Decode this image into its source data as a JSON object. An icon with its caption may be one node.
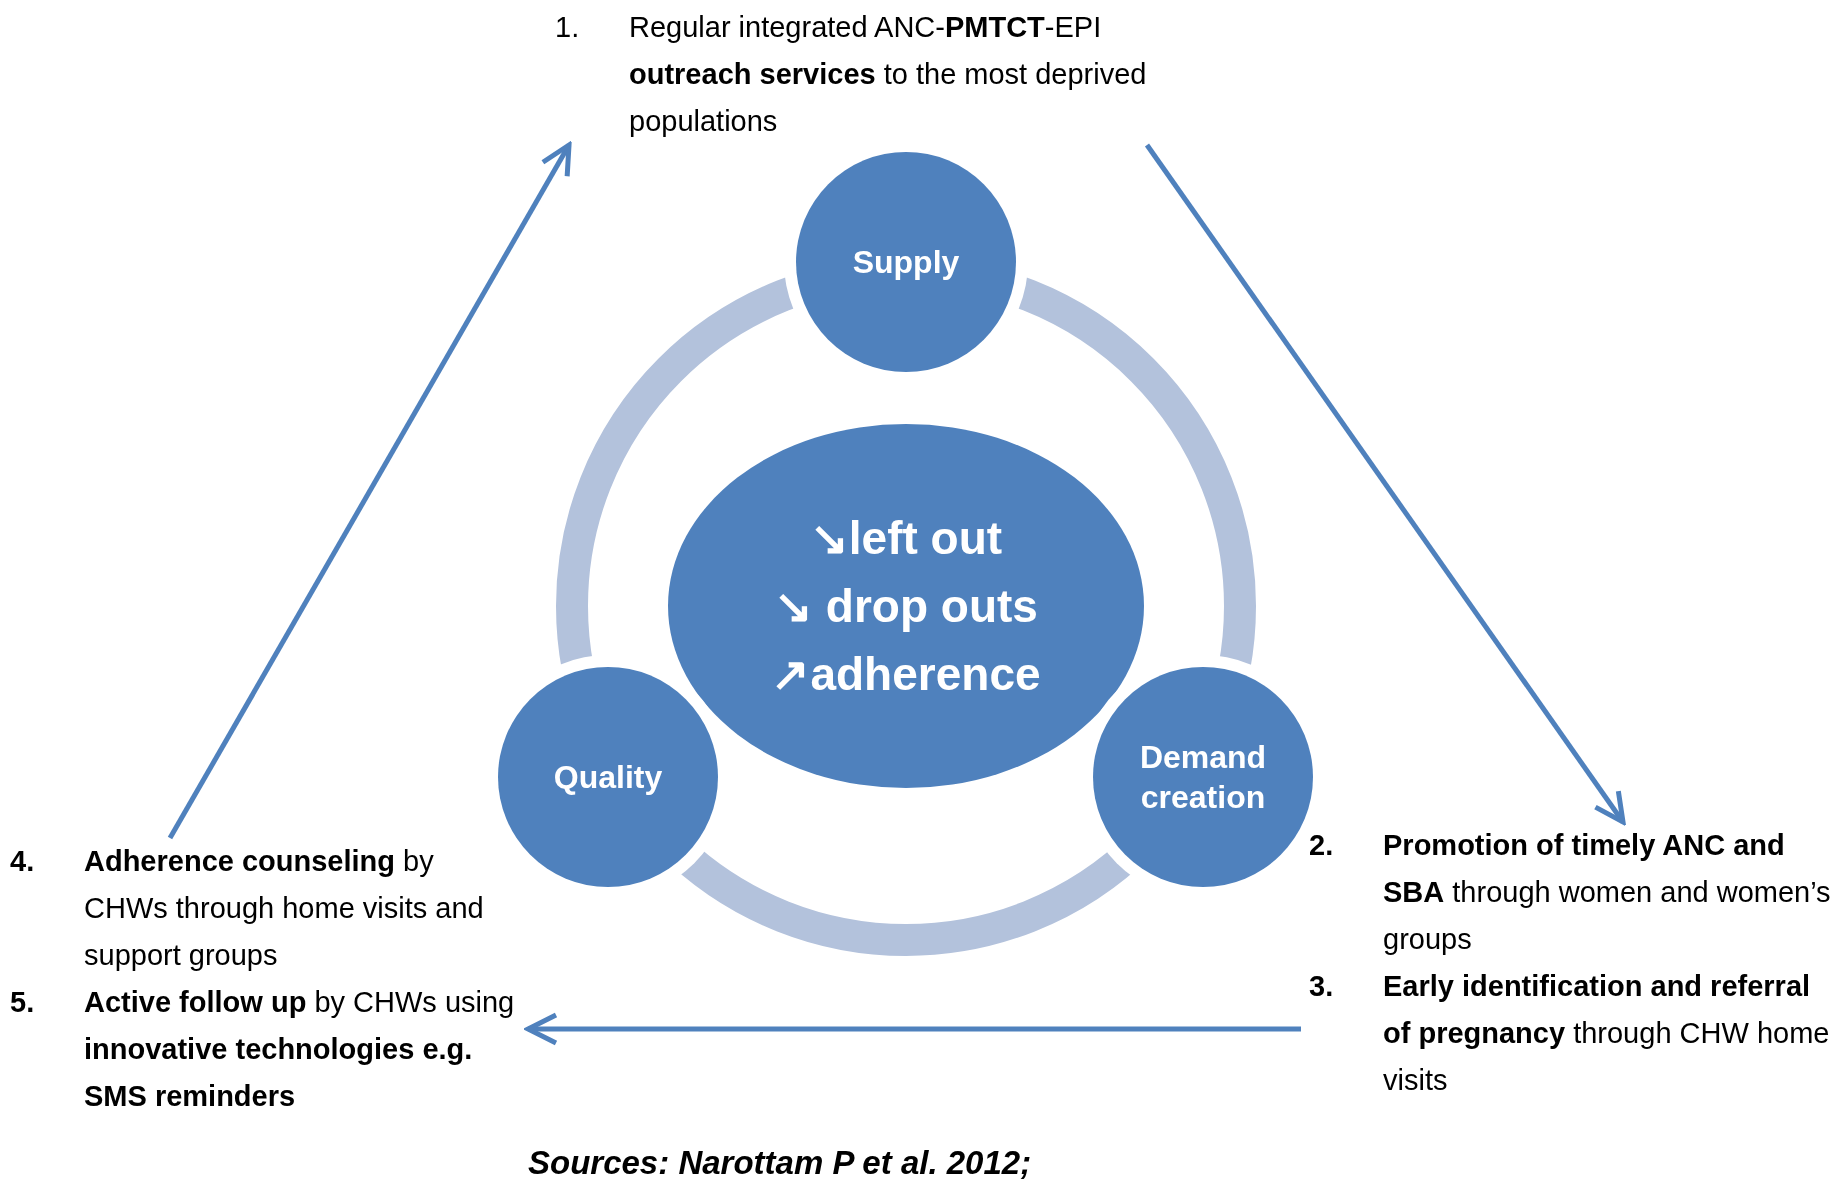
{
  "diagram": {
    "nodes": [
      {
        "text": [
          "1.",
          "Regular integrated ANC-**PMTCT**-EPI **outreach services** to the most deprived populations"
        ]
      },
      {
        "text": [
          "Supply"
        ]
      },
      {
        "text": [
          "↘left out",
          "↘ drop outs",
          "↗adherence"
        ]
      },
      {
        "text": [
          "Quality"
        ]
      },
      {
        "text": [
          "Demand creation"
        ]
      },
      {
        "text": [
          "2.",
          "**Promotion of timely ANC and SBA** through women and women’s groups",
          "3.",
          "**Early identification and referral of pregnancy** through CHW home visits"
        ]
      },
      {
        "text": [
          "4.",
          "**Adherence counseling** by CHWs through home visits and support groups",
          "5.",
          "**Active follow up** by CHWs using **innovative technologies e.g. SMS reminders**"
        ]
      }
    ],
    "edges": [
      {
        "from": 6,
        "to": 0,
        "arrow": "to"
      },
      {
        "from": 0,
        "to": 5,
        "arrow": "to"
      },
      {
        "from": 5,
        "to": 6,
        "arrow": "to"
      }
    ],
    "labels": [
      "Sources: Narottam P et al. 2012;"
    ]
  }
}
